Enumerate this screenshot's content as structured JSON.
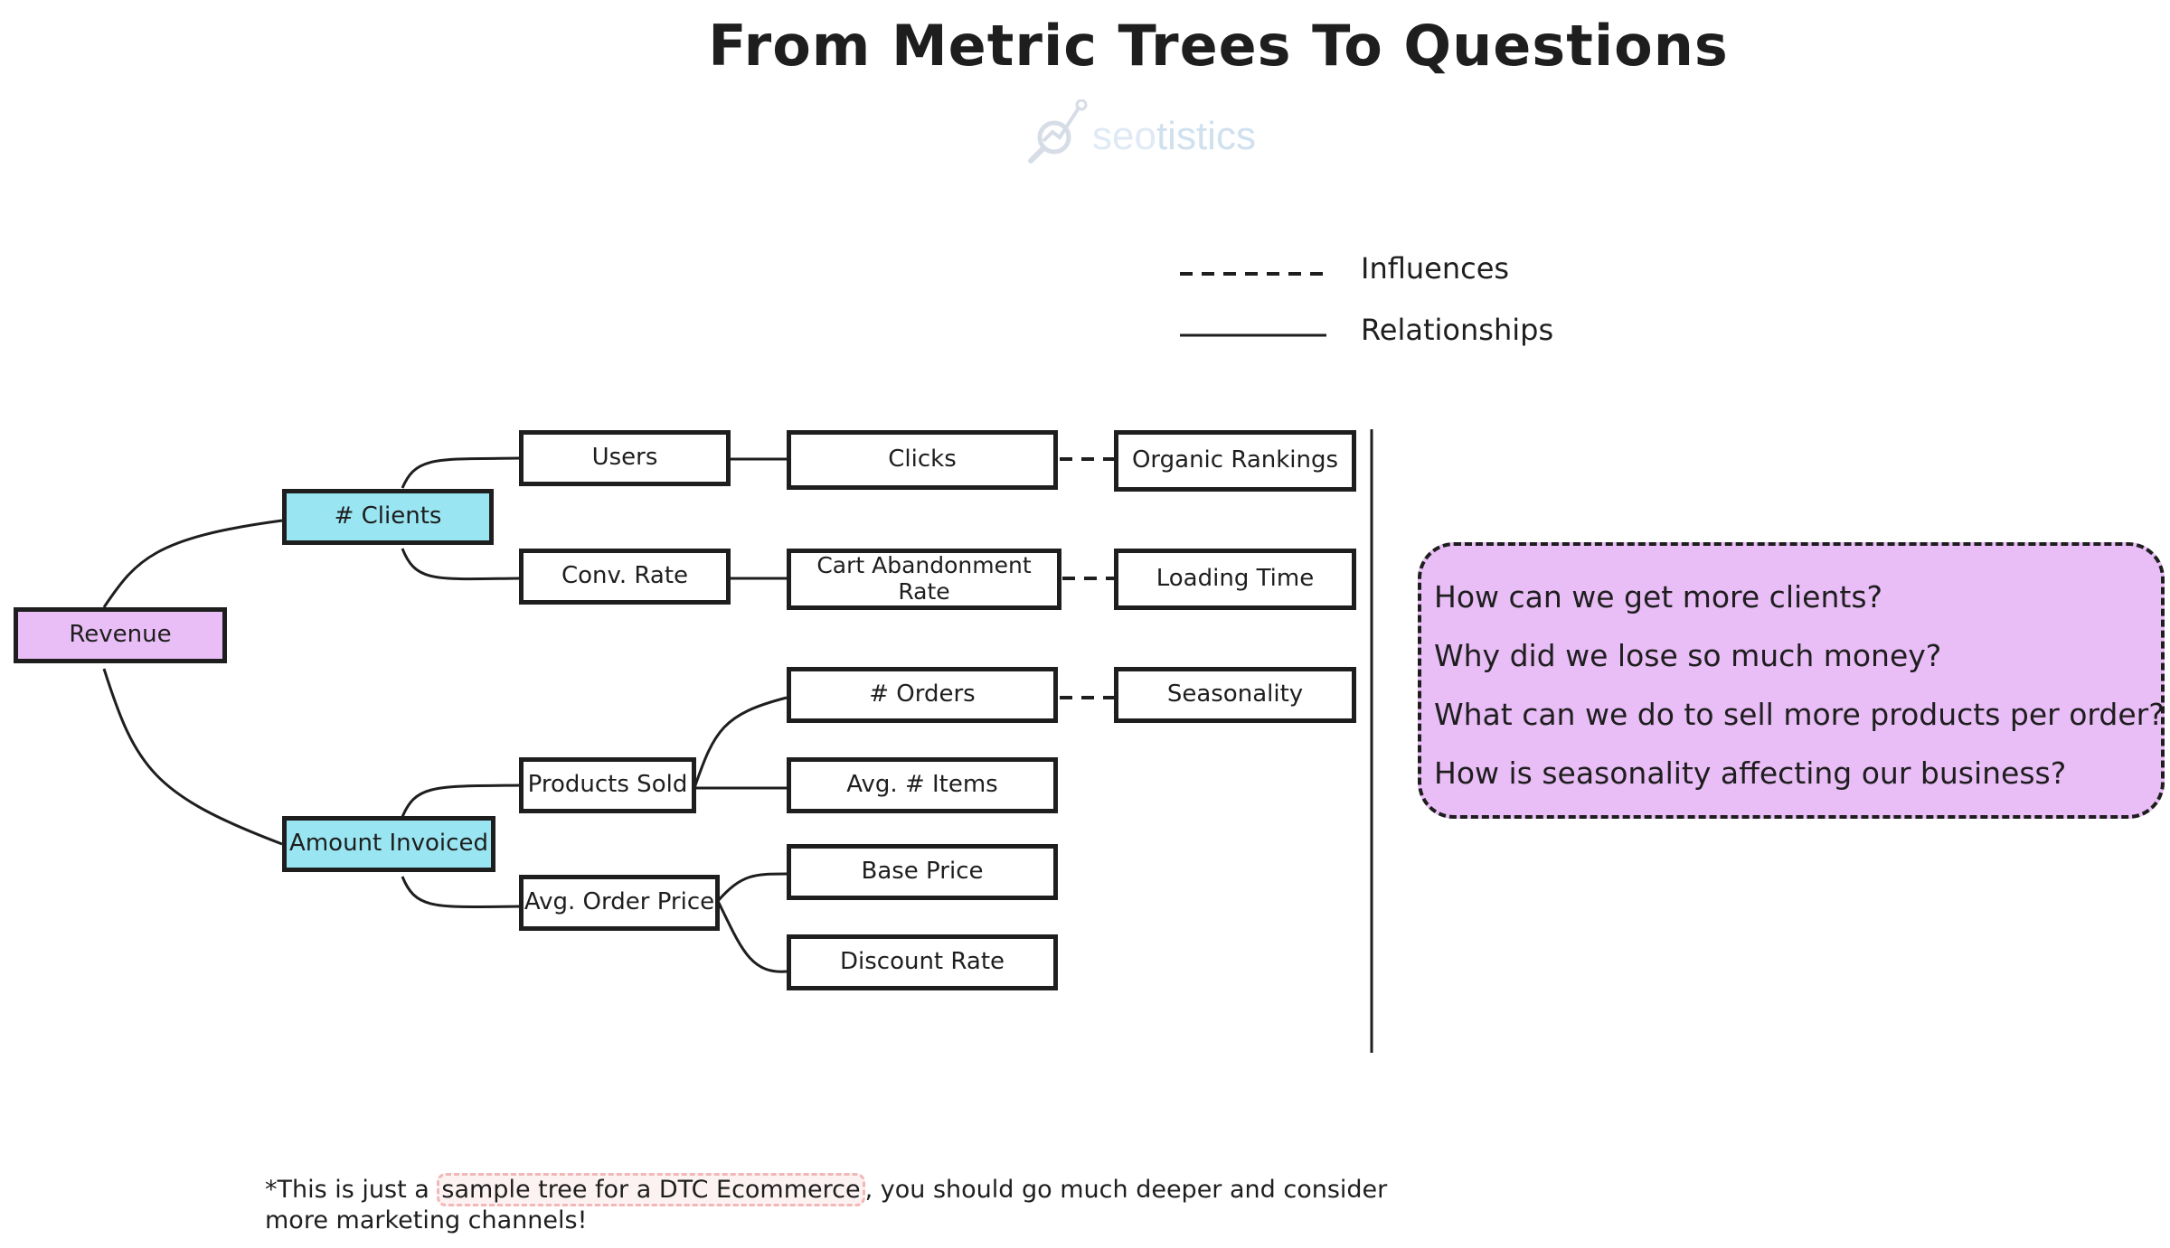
{
  "title": "From Metric Trees To Questions",
  "logo": {
    "text_a": "seo",
    "text_b": "tistics",
    "icon": "chart-line-icon"
  },
  "legend": {
    "influences": "Influences",
    "relationships": "Relationships"
  },
  "nodes": {
    "revenue": "Revenue",
    "clients": "# Clients",
    "amount_invoiced": "Amount Invoiced",
    "users": "Users",
    "conv_rate": "Conv. Rate",
    "products_sold": "Products Sold",
    "avg_order_price": "Avg. Order Price",
    "clicks": "Clicks",
    "cart_abandonment": "Cart Abandonment\nRate",
    "orders": "# Orders",
    "avg_items": "Avg. # Items",
    "base_price": "Base Price",
    "discount_rate": "Discount Rate",
    "organic_rankings": "Organic Rankings",
    "loading_time": "Loading Time",
    "seasonality": "Seasonality"
  },
  "questions": [
    "How can we get more clients?",
    "Why did we lose so much money?",
    "What can we do to sell more products per order?",
    "How is seasonality affecting our business?"
  ],
  "note": {
    "before": "*This is just a ",
    "highlight": "sample tree for a DTC Ecommerce",
    "after": ", you should go much deeper and consider more marketing channels!"
  },
  "colors": {
    "root": "#e9bdf6",
    "level1": "#99e6f2",
    "questions_bg": "#e9bdf6",
    "stroke": "#1e1e1e"
  }
}
